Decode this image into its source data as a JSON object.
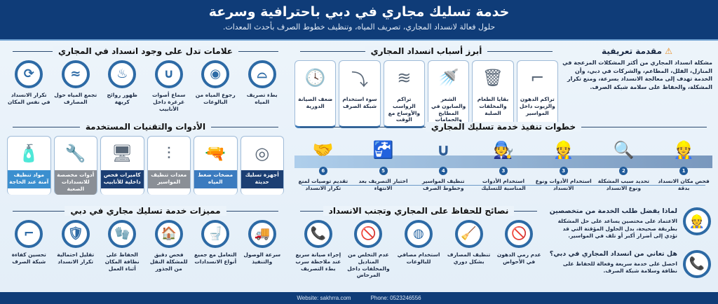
{
  "header": {
    "title": "خدمة تسليك مجاري في دبي باحترافية وسرعة",
    "subtitle": "حلول فعالة لانسداد المجاري، تصريف المياه، وتنظيف خطوط الصرف بأحدث المعدات."
  },
  "intro": {
    "title": "مقدمة تعريفية",
    "icon": "warning-icon",
    "text": "مشكلة انسداد المجاري من أكثر المشكلات المزعجة في المنازل، الفلل، المطاعم، والشركات في دبي، وأن الخدمة تهدف إلى معالجة الانسداد بسرعة، ومنع تكرار المشكلة، والحفاظ على سلامة شبكة الصرف."
  },
  "causes": {
    "title": "أبرز أسباب انسداد المجاري",
    "items": [
      {
        "label": "تراكم الدهون والزيوت داخل المواسير",
        "icon": "greasy-pipe-icon",
        "glyph": "⌐"
      },
      {
        "label": "بقايا الطعام والمخلفات الصلبة",
        "icon": "trash-bin-icon",
        "glyph": "🗑"
      },
      {
        "label": "الشعر والصابون في المطابخ والحمامات",
        "icon": "shower-icon",
        "glyph": "🚿"
      },
      {
        "label": "تراكم الرواسب والأوساخ مع الوقت",
        "icon": "sediment-layers-icon",
        "glyph": "≋"
      },
      {
        "label": "سوء استخدام شبكة الصرف",
        "icon": "pipe-misuse-icon",
        "glyph": "⤵"
      },
      {
        "label": "ضعف الصيانة الدورية",
        "icon": "clock-wrench-icon",
        "glyph": "🕓"
      }
    ]
  },
  "signs": {
    "title": "علامات تدل على وجود انسداد في المجاري",
    "items": [
      {
        "label": "بطء تصريف المياه",
        "icon": "sink-icon",
        "glyph": "⌓"
      },
      {
        "label": "رجوع المياه من البالوعات",
        "icon": "drain-backflow-icon",
        "glyph": "◉"
      },
      {
        "label": "سماع أصوات غرغرة داخل الأنابيب",
        "icon": "pipe-icon",
        "glyph": "∪"
      },
      {
        "label": "ظهور روائح كريهة",
        "icon": "toilet-odor-icon",
        "glyph": "♨"
      },
      {
        "label": "تجمع المياه حول المصارف",
        "icon": "shower-water-icon",
        "glyph": "≈"
      },
      {
        "label": "تكرار الانسداد في نفس المكان",
        "icon": "repeat-drain-icon",
        "glyph": "⟳"
      }
    ]
  },
  "tools": {
    "title": "الأدوات والتقنيات المستخدمة",
    "items": [
      {
        "label": "أجهزة تسليك حديثة",
        "icon": "drain-machine-icon",
        "glyph": "◎",
        "color": "#1c3f73"
      },
      {
        "label": "مضخات ضغط المياه",
        "icon": "pressure-washer-icon",
        "glyph": "🔫",
        "color": "#3b7bbf"
      },
      {
        "label": "معدات تنظيف المواسير",
        "icon": "pipe-brushes-icon",
        "glyph": "⫶",
        "color": "#8a8f96"
      },
      {
        "label": "كاميرات فحص داخلية للأنابيب",
        "icon": "inspection-camera-icon",
        "glyph": "🖥",
        "color": "#1c3f73"
      },
      {
        "label": "أدوات مخصصة للانسدادات الصعبة",
        "icon": "tools-icon",
        "glyph": "🔧",
        "color": "#8a8f96"
      },
      {
        "label": "مواد تنظيف آمنة عند الحاجة",
        "icon": "safe-cleaner-icon",
        "glyph": "🧴",
        "color": "#3b8fcf"
      }
    ]
  },
  "steps": {
    "title": "خطوات تنفيذ خدمة تسليك المجاري",
    "items": [
      {
        "num": "1",
        "label": "فحص مكان الانسداد بدقة",
        "icon": "inspector-icon",
        "glyph": "👷"
      },
      {
        "num": "2",
        "label": "تحديد سبب المشكلة ونوع الانسداد",
        "icon": "blueprint-magnifier-icon",
        "glyph": "🔍"
      },
      {
        "num": "3",
        "label": "استخدام الأدوات ونوع الانسداد",
        "icon": "technician-magnifier-icon",
        "glyph": "👷"
      },
      {
        "num": "3",
        "label": "استخدام الأدوات المناسبة للتسليك",
        "icon": "plumber-snake-icon",
        "glyph": "🧑‍🔧"
      },
      {
        "num": "4",
        "label": "تنظيف المواسير وخطوط الصرف",
        "icon": "clean-pipe-icon",
        "glyph": "∪"
      },
      {
        "num": "5",
        "label": "اختبار التصريف بعد الانتهاء",
        "icon": "faucet-checklist-icon",
        "glyph": "🚰"
      },
      {
        "num": "6",
        "label": "تقديم توصيات لمنع تكرار الانسداد",
        "icon": "handshake-document-icon",
        "glyph": "🤝"
      }
    ]
  },
  "features": {
    "title": "مميزات خدمة تسليك مجاري في دبي",
    "items": [
      {
        "label": "سرعة الوصول والتنفيذ",
        "icon": "delivery-truck-icon",
        "glyph": "🚚"
      },
      {
        "label": "التعامل مع جميع أنواع الانسدادات",
        "icon": "toilet-plunger-icon",
        "glyph": "🚽"
      },
      {
        "label": "فحص دقيق للمشكلة النقل من الجذور",
        "icon": "house-icon",
        "glyph": "🏠"
      },
      {
        "label": "الحفاظ على نظافة المكان أثناء العمل",
        "icon": "clean-worker-icon",
        "glyph": "🧤"
      },
      {
        "label": "تقليل احتمالية تكرار الانسداد",
        "icon": "shield-check-icon",
        "glyph": "🛡"
      },
      {
        "label": "تحسين كفاءة شبكة الصرف",
        "icon": "pipe-flow-icon",
        "glyph": "⌐"
      }
    ]
  },
  "tips": {
    "title": "نصائح للحفاظ على المجاري وتجنب الانسداد",
    "items": [
      {
        "label": "عدم رمي الدهون في الأحواض",
        "icon": "no-grease-sink-icon",
        "glyph": "🚫"
      },
      {
        "label": "تنظيف المصارف بشكل دوري",
        "icon": "cleaning-brush-icon",
        "glyph": "🧹"
      },
      {
        "label": "استخدام مصافي للبالوعات",
        "icon": "drain-strainer-icon",
        "glyph": "◍"
      },
      {
        "label": "عدم التخلص من المناديل والمخلفات داخل المرحاض",
        "icon": "no-toilet-waste-icon",
        "glyph": "🚫"
      },
      {
        "label": "إجراء صيانة سريع عند ملاحظة سرب بطء التصريف",
        "icon": "phone-call-icon",
        "glyph": "📞"
      }
    ]
  },
  "side": {
    "items": [
      {
        "title": "لماذا يفضل طلب الخدمة من متخصصين",
        "text": "الاعتماد على مختصين يساعد على حل المشكلة بطريقة صحيحة، بدل الحلول المؤقتة التي قد تؤدي إلى أضرار أكبر أو تلف في المواسير.",
        "icon": "technician-avatar-icon",
        "glyph": "👷"
      },
      {
        "title": "هل تعاني من انسداد المجاري في دبي؟",
        "text": "احصل على خدمة سريعة وفعالة للحفاظ على نظافة وسلامة شبكة الصرف.",
        "icon": "support-agent-icon",
        "glyph": "📞"
      }
    ]
  },
  "footer": {
    "website": "Website: sakhrra.com",
    "phone": "Phone: 0523246556"
  },
  "colors": {
    "primary": "#0f3c78",
    "accent": "#2d6aa5",
    "background": "#e8f2fa"
  }
}
